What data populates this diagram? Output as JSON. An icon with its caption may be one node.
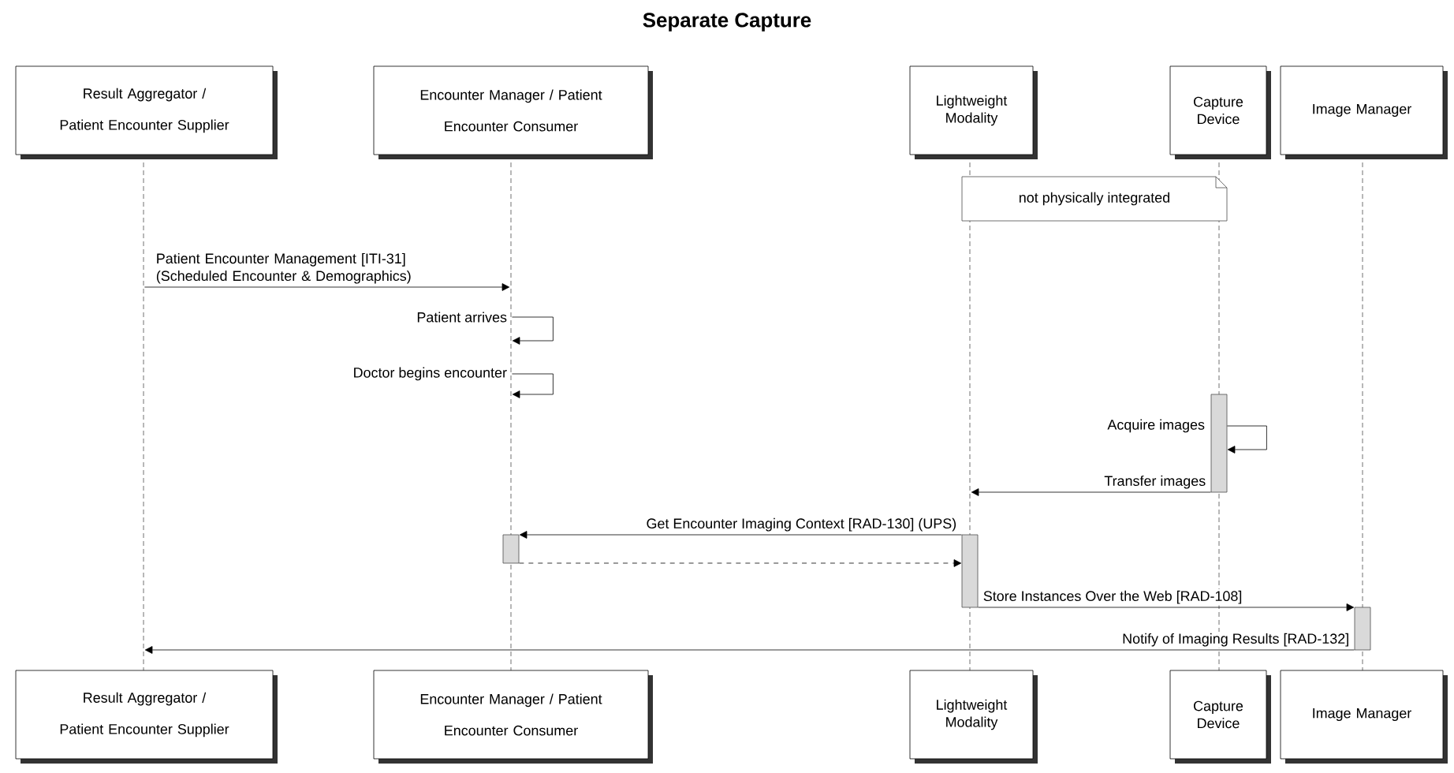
{
  "diagram": {
    "title": "Separate Capture",
    "nodes": [
      {
        "text": [
          "Result Aggregator / Patient Encounter Supplier"
        ]
      },
      {
        "text": [
          "Encounter Manager / Patient Encounter Consumer"
        ]
      },
      {
        "text": [
          "Lightweight Modality"
        ]
      },
      {
        "text": [
          "Capture Device"
        ]
      },
      {
        "text": [
          "Image Manager"
        ]
      },
      {
        "text": [
          "Result Aggregator / Patient Encounter Supplier"
        ]
      },
      {
        "text": [
          "Encounter Manager / Patient Encounter Consumer"
        ]
      },
      {
        "text": [
          "Lightweight Modality"
        ]
      },
      {
        "text": [
          "Capture Device"
        ]
      },
      {
        "text": [
          "Image Manager"
        ]
      },
      {
        "text": [
          "not physically integrated"
        ]
      },
      {
        "text": [],
        "shape": "line"
      },
      {
        "text": [],
        "shape": "line"
      },
      {
        "text": [],
        "shape": "line"
      },
      {
        "text": [],
        "shape": "line"
      },
      {
        "text": [],
        "shape": "line"
      },
      {
        "text": [],
        "shape": "bar"
      },
      {
        "text": [],
        "shape": "bar"
      },
      {
        "text": [],
        "shape": "bar"
      },
      {
        "text": [],
        "shape": "bar"
      }
    ],
    "edges": [
      {
        "from": 11,
        "to": 12,
        "arrow": "to",
        "label": "Patient Encounter Management [ITI-31] (Scheduled Encounter & Demographics)"
      },
      {
        "from": 12,
        "to": 12,
        "arrow": "to",
        "label": "Patient arrives"
      },
      {
        "from": 12,
        "to": 12,
        "arrow": "to",
        "label": "Doctor begins encounter"
      },
      {
        "from": 16,
        "to": 16,
        "arrow": "to",
        "label": "Acquire images"
      },
      {
        "from": 16,
        "to": 13,
        "arrow": "to",
        "label": "Transfer images"
      },
      {
        "from": 18,
        "to": 17,
        "arrow": "to",
        "label": "Get Encounter Imaging Context [RAD-130] (UPS)"
      },
      {
        "from": 17,
        "to": 18,
        "arrow": "to",
        "style": "dashed"
      },
      {
        "from": 18,
        "to": 19,
        "arrow": "to",
        "label": "Store Instances Over the Web [RAD-108]"
      },
      {
        "from": 19,
        "to": 11,
        "arrow": "to",
        "label": "Notify of Imaging Results [RAD-132]"
      }
    ]
  }
}
